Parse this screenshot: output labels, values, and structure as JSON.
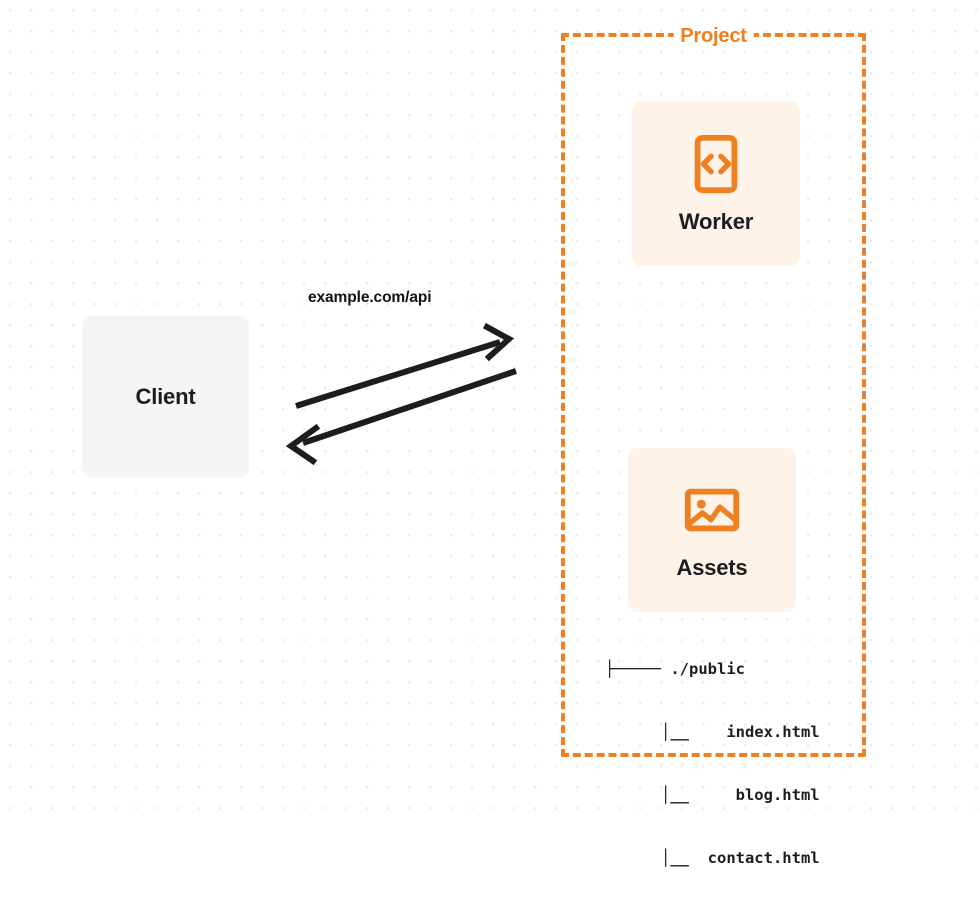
{
  "diagram": {
    "title": "Project architecture diagram",
    "colors": {
      "accent_orange": "#ef8022",
      "tile_background": "#fdf3e8",
      "client_background": "#f4f5f7",
      "text_dark": "#1d1d1f",
      "canvas_background": "#ffffff",
      "grid_dot": "#ececed"
    }
  },
  "client": {
    "label": "Client"
  },
  "connection": {
    "label": "example.com/api",
    "direction": "bidirectional"
  },
  "project": {
    "title": "Project",
    "nodes": [
      {
        "id": "worker",
        "label": "Worker",
        "icon": "code-brackets-icon"
      },
      {
        "id": "assets",
        "label": "Assets",
        "icon": "image-picture-icon"
      }
    ],
    "file_tree": {
      "rows": [
        "├───── ./public",
        "      │__    index.html",
        "      │__     blog.html",
        "      │__  contact.html"
      ],
      "root": "./public",
      "files": [
        "index.html",
        "blog.html",
        "contact.html"
      ]
    }
  }
}
